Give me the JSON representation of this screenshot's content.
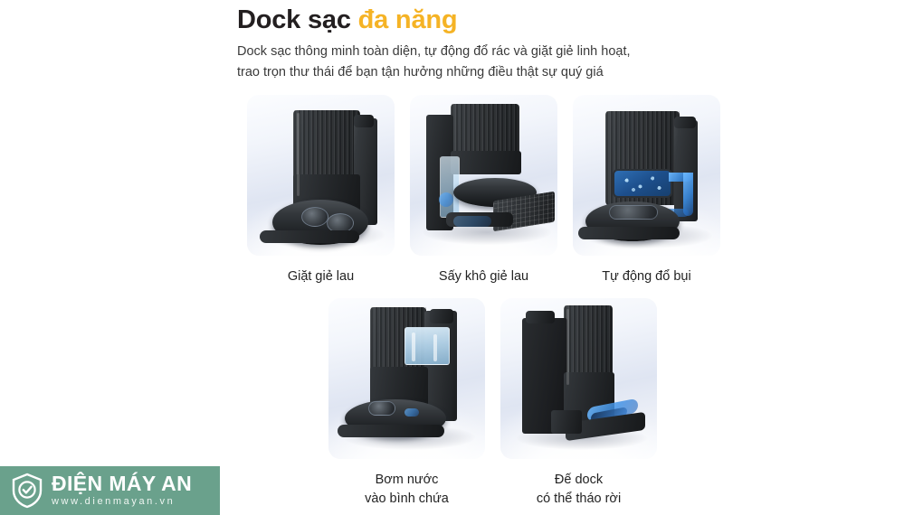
{
  "header": {
    "title_main": "Dock sạc ",
    "title_accent": "đa năng",
    "subtitle_line1": "Dock sạc thông minh toàn diện, tự động đổ rác và giặt giẻ linh hoạt,",
    "subtitle_line2": "trao trọn thư thái để bạn tận hưởng những điều thật sự quý giá",
    "accent_color": "#f5b325",
    "title_color": "#231f20"
  },
  "features": {
    "row1": [
      {
        "caption_line1": "Giặt giẻ lau",
        "caption_line2": "",
        "image_name": "dock-mop-washing"
      },
      {
        "caption_line1": "Sấy khô giẻ lau",
        "caption_line2": "",
        "image_name": "dock-mop-drying"
      },
      {
        "caption_line1": "Tự động đổ bụi",
        "caption_line2": "",
        "image_name": "dock-auto-empty-dust"
      }
    ],
    "row2": [
      {
        "caption_line1": "Bơm nước",
        "caption_line2": "vào bình chứa",
        "image_name": "dock-water-refill"
      },
      {
        "caption_line1": "Đế dock",
        "caption_line2": "có thể tháo rời",
        "image_name": "dock-detachable-base"
      }
    ]
  },
  "logo": {
    "brand_name": "ĐIỆN MÁY AN",
    "website": "www.dienmayan.vn",
    "icon_name": "shield-check-icon",
    "background_color": "#6aa18c"
  }
}
